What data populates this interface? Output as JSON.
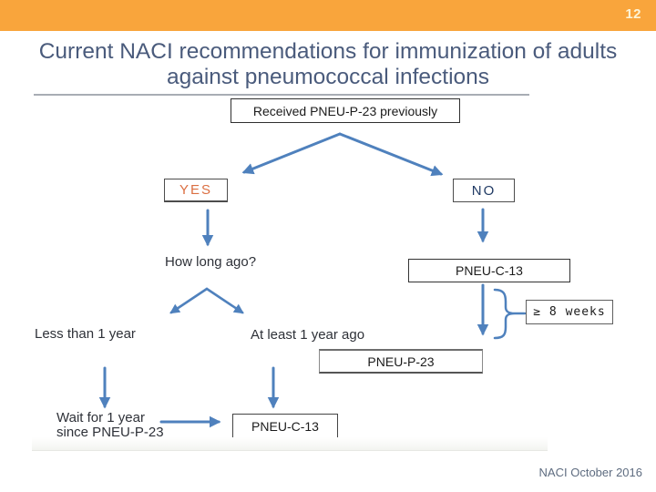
{
  "slide": {
    "page_number": "12",
    "title_line1": "Current NACI recommendations for immunization of adults",
    "title_line2": "against pneumococcal infections",
    "footer": "NACI October 2016"
  },
  "colors": {
    "header_bar": "#F9A53C",
    "title_text": "#4A5B7C",
    "arrow_blue": "#4F81BD",
    "yes_text": "#DB6F42",
    "no_text": "#203A64",
    "footer_text": "#5E6C80"
  },
  "flowchart": {
    "root": "Received PNEU-P-23 previously",
    "yes": "YES",
    "no": "NO",
    "how_long": "How long ago?",
    "pneu_c13": "PNEU-C-13",
    "weeks": "≥ 8 weeks",
    "less_than": "Less than 1 year",
    "at_least": "At least 1 year ago",
    "pneu_p23": "PNEU-P-23",
    "wait_line1": "Wait for 1 year",
    "wait_line2": "since PNEU-P-23",
    "pneu_c13_final": "PNEU-C-13"
  }
}
